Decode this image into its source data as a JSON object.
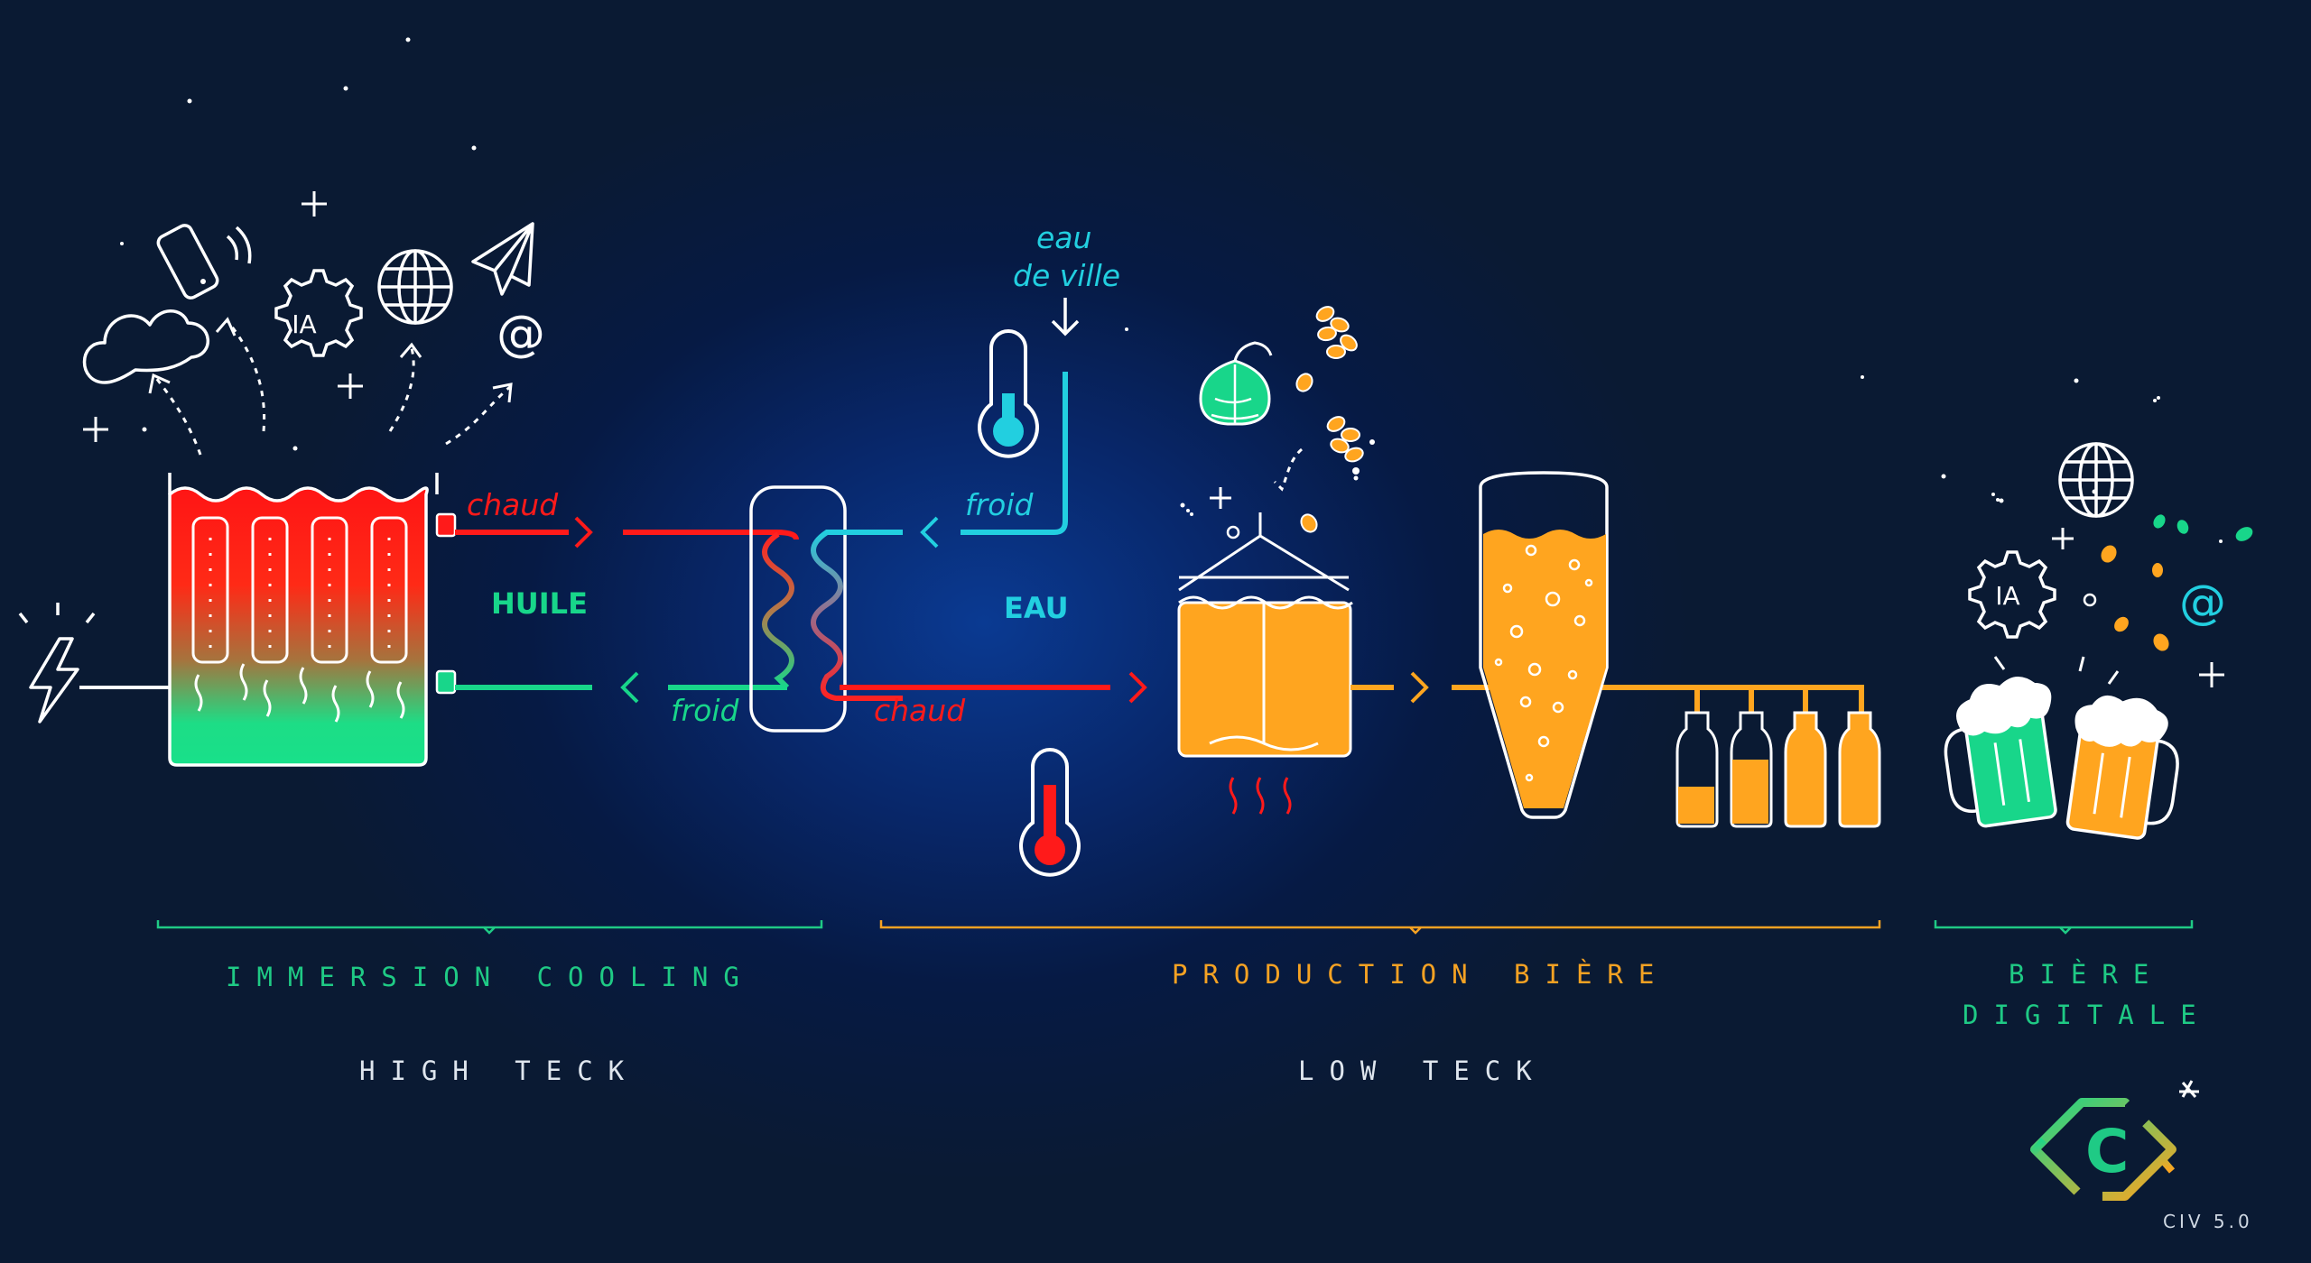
{
  "colors": {
    "background": "#0a1a33",
    "hot": "#ff1a1a",
    "cold": "#18d68a",
    "water": "#22cfe0",
    "beer": "#ffa51f",
    "white": "#ffffff",
    "section_high": "#1fca85",
    "section_low": "#f5a223",
    "gray_text": "#dfe6ee"
  },
  "icons": [
    "cloud-icon",
    "phone-icon",
    "ia-gear-icon",
    "globe-icon",
    "paper-plane-icon",
    "at-icon",
    "lightning-icon",
    "thermometer-cold-icon",
    "thermometer-hot-icon",
    "hops-icon",
    "bottle-icon",
    "beer-mug-icon",
    "civ-logo-icon"
  ],
  "labels": {
    "oil_hot": "chaud",
    "oil": "HUILE",
    "oil_cold": "froid",
    "water_in_line1": "eau",
    "water_in_line2": "de ville",
    "water_cold": "froid",
    "water": "EAU",
    "water_hot": "chaud"
  },
  "sections": {
    "immersion": "IMMERSION COOLING",
    "production": "PRODUCTION BIÈRE",
    "digital_line1": "BIÈRE",
    "digital_line2": "DIGITALE",
    "high_teck": "HIGH TECK",
    "low_teck": "LOW TECK"
  },
  "digital_icon_text": {
    "ia_left": "IA",
    "ia_right": "IA",
    "at_left": "@",
    "at_right": "@"
  },
  "logo": {
    "letter": "C",
    "name": "CIV 5.0"
  }
}
